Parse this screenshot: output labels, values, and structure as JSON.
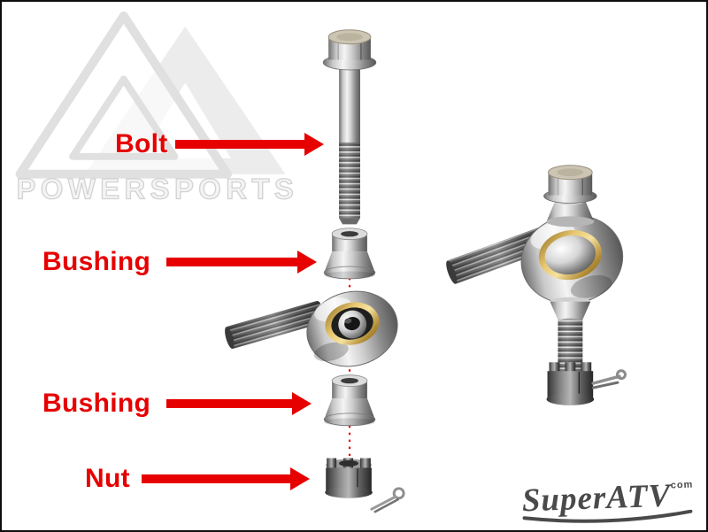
{
  "page": {
    "background": "#ffffff",
    "border_color": "#0d0d0d"
  },
  "colors": {
    "label_red": "#e60000",
    "watermark_gray": "#e4e4e4",
    "brand_gray": "#4a4a4a",
    "brass_gold": "#d8b25a"
  },
  "labels": {
    "bolt": "Bolt",
    "bushing_top": "Bushing",
    "bushing_bottom": "Bushing",
    "nut": "Nut"
  },
  "watermark": {
    "text": "POWERSPORTS"
  },
  "brand": {
    "name": "SuperATV",
    "suffix": "com"
  },
  "parts": [
    "bolt",
    "bushing",
    "rod-end",
    "bushing",
    "castle-nut",
    "cotter-pin",
    "assembled-rod-end"
  ]
}
